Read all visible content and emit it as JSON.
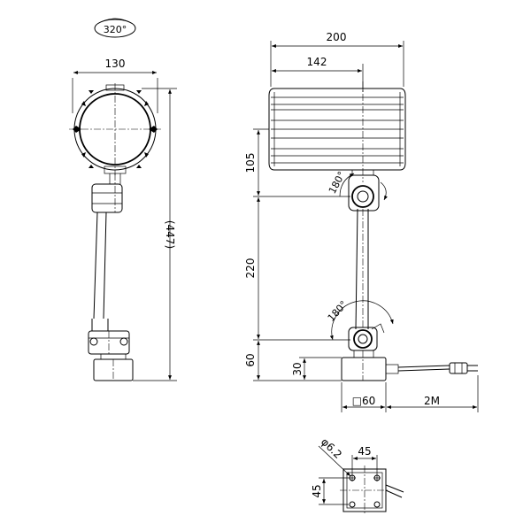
{
  "front_view": {
    "rotation_label": "320°",
    "width_label": "130",
    "height_label": "(447)"
  },
  "side_view": {
    "total_width_label": "200",
    "head_width_label": "142",
    "head_height_label": "105",
    "head_rotation_label": "180°",
    "arm_length_label": "220",
    "arm_rotation_label": "180°",
    "base_height_label": "60",
    "base_step_label": "30",
    "base_size_label": "□60",
    "cable_length_label": "2M"
  },
  "base_detail": {
    "hole_label": "φ6.2",
    "hole_pitch_x_label": "45",
    "hole_pitch_y_label": "45"
  }
}
